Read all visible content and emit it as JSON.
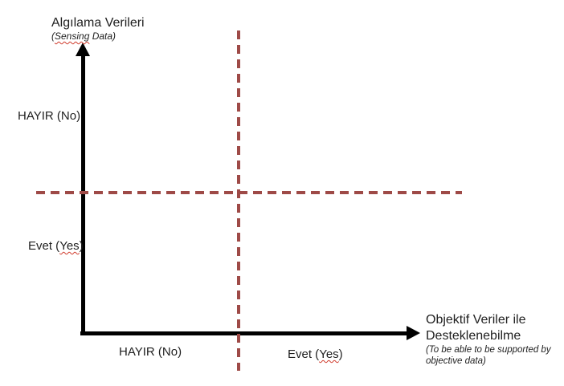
{
  "diagram": {
    "colors": {
      "axis": "#000000",
      "divider_dashed": "#9e4a47",
      "text": "#1f1f1f",
      "spellcheck_underline": "#d03a2b",
      "background": "#ffffff"
    },
    "y_axis": {
      "title": "Algılama Verileri",
      "subtitle_pre": "(",
      "subtitle_word": "Sensing",
      "subtitle_post": " Data)",
      "label_top": "HAYIR (No)",
      "label_bottom_pre": "Evet (",
      "label_bottom_word": "Yes",
      "label_bottom_post": ")"
    },
    "x_axis": {
      "label_left": "HAYIR (No)",
      "label_right_pre": "Evet (",
      "label_right_word": "Yes",
      "label_right_post": ")",
      "title_line1": "Objektif Veriler ile",
      "title_line2": "Desteklenebilme",
      "subtitle_line1": "(To be able to be supported by",
      "subtitle_line2": "objective data)"
    }
  }
}
